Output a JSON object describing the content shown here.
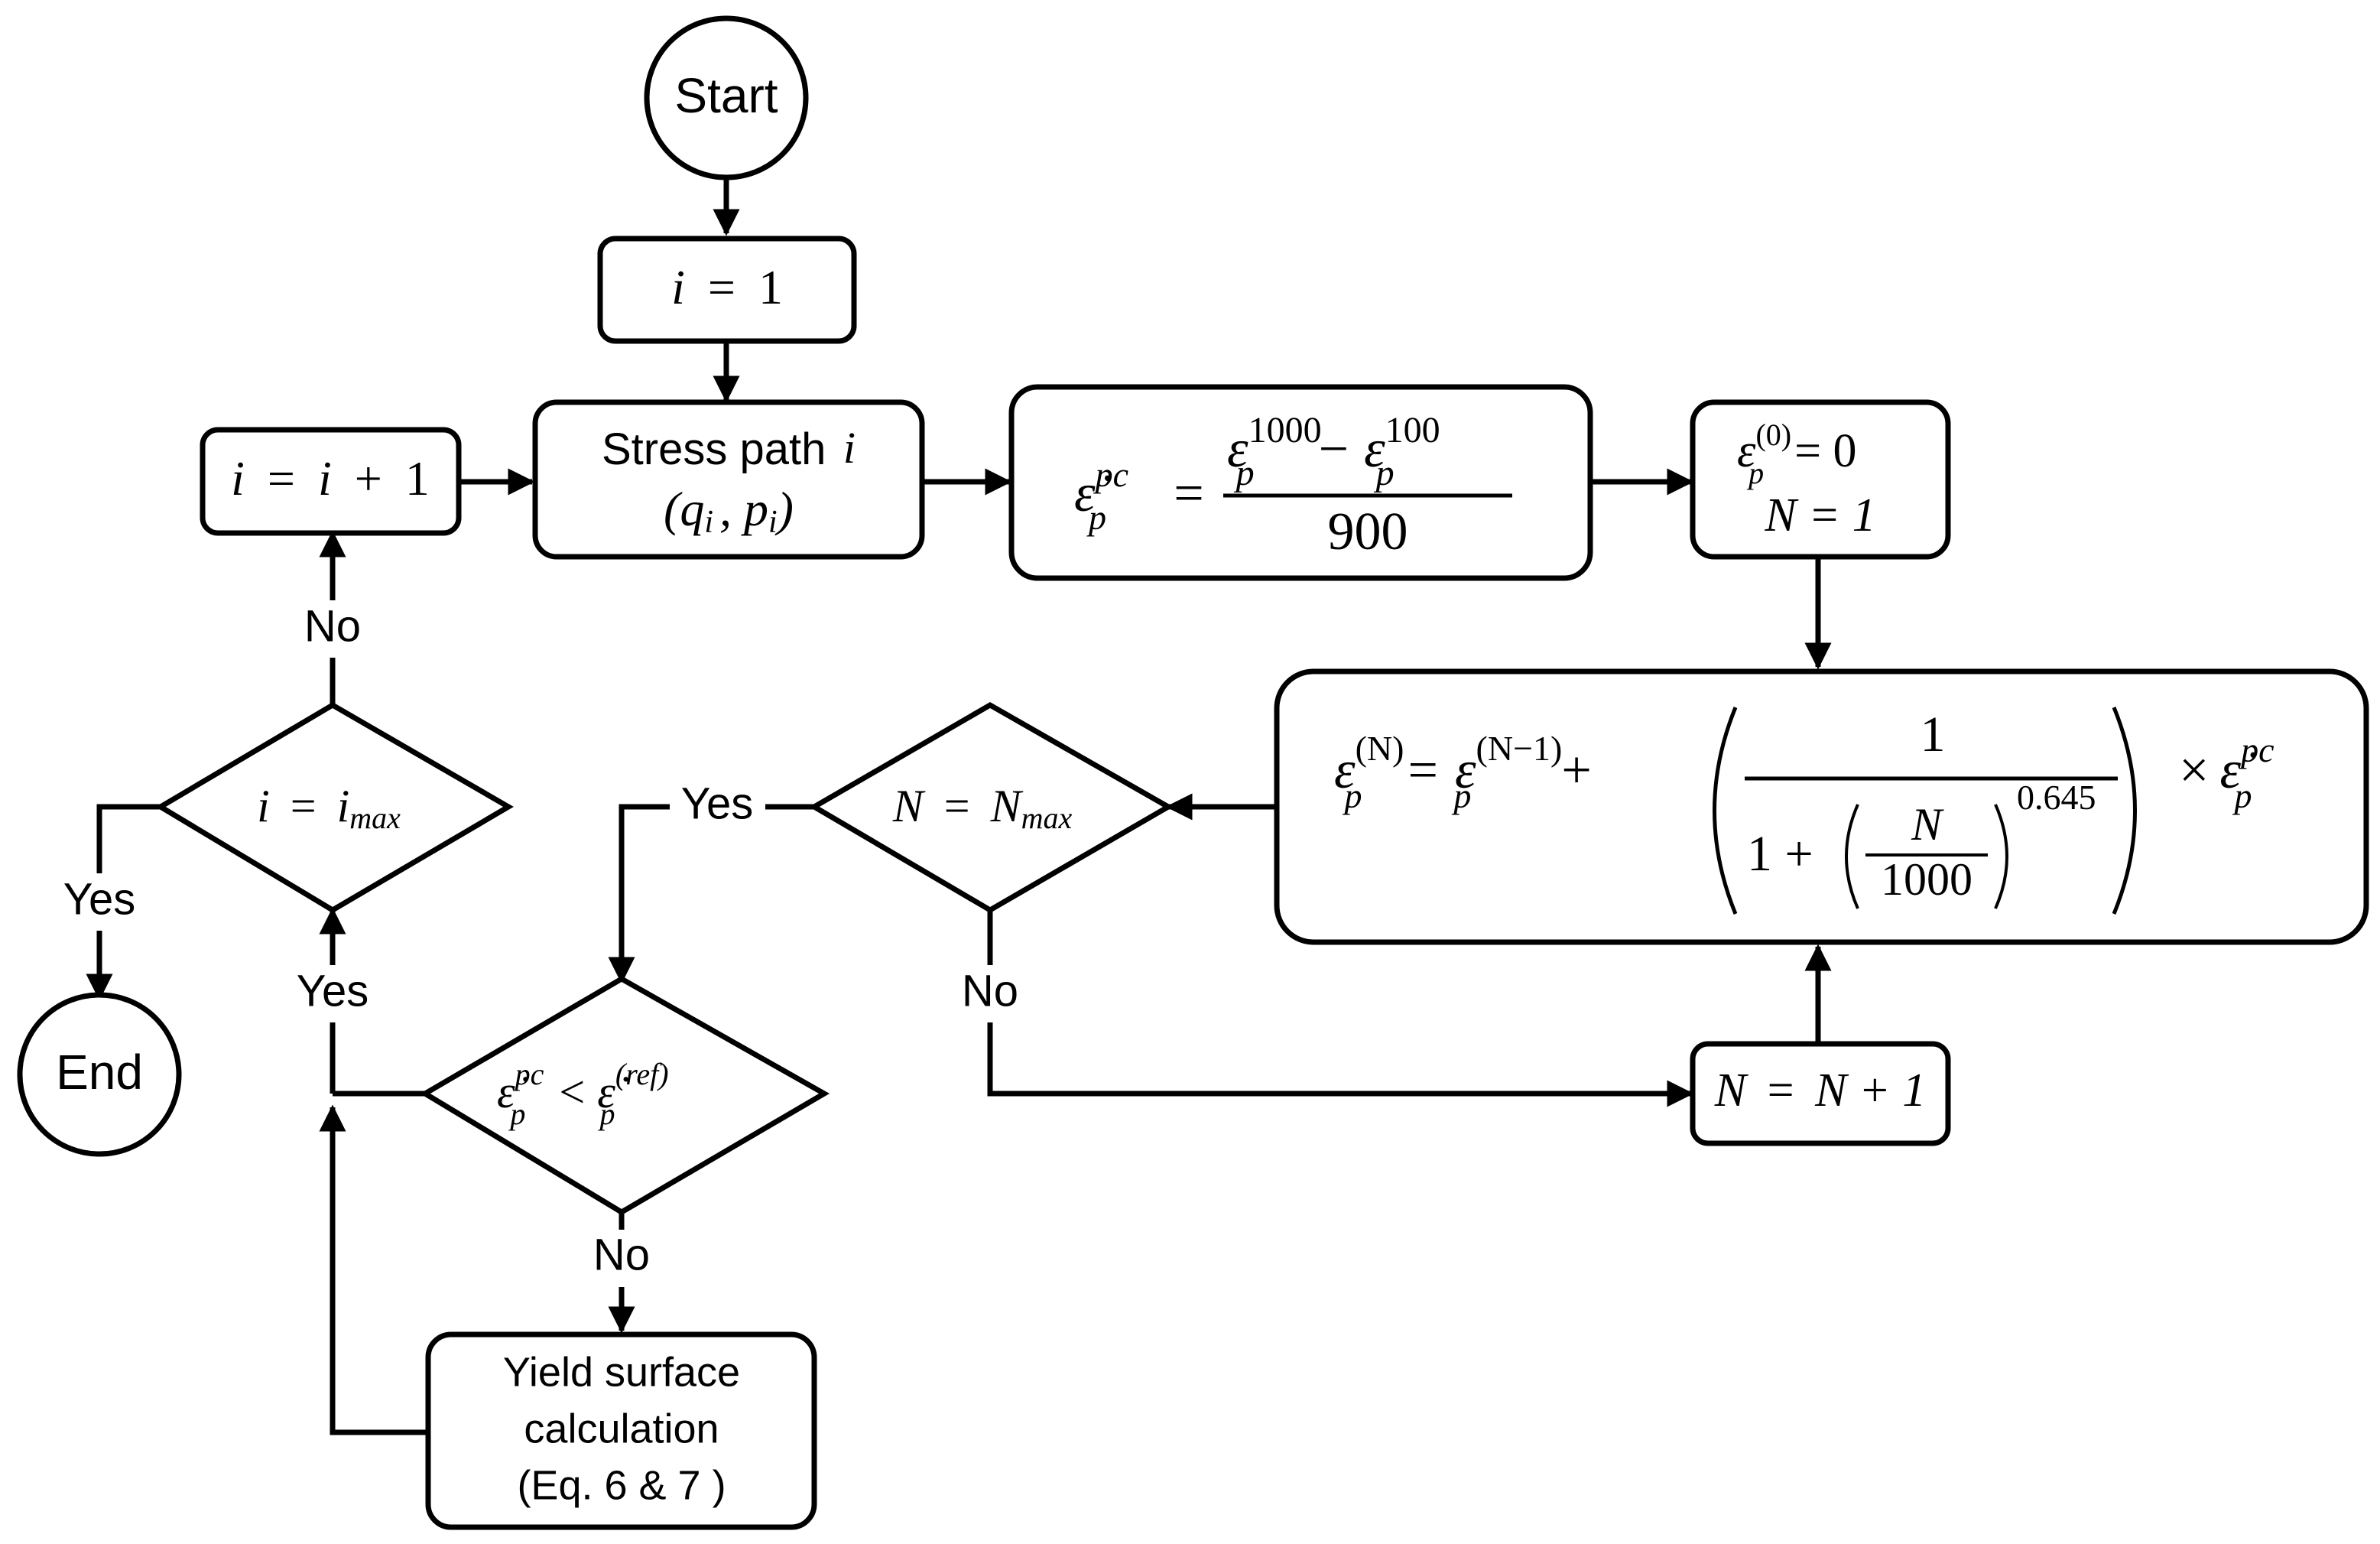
{
  "nodes": {
    "start": "Start",
    "end": "End",
    "init_i": {
      "var": "i",
      "op": "=",
      "val": "1"
    },
    "inc_i": {
      "lhs": "i",
      "op": "=",
      "rhs_var": "i",
      "plus": "+",
      "rhs_val": "1"
    },
    "stress_path": {
      "label": "Stress path",
      "var": "i",
      "coords": "(q",
      "sub_i": "i",
      "comma": ", p",
      "close": ")"
    },
    "rate_eq": {
      "lhs": "ε̇",
      "lhs_sup": "pc",
      "lhs_sub": "p",
      "eq": "=",
      "num_a": "ε",
      "num_a_sup": "1000",
      "num_a_sub": "p",
      "minus": "−",
      "num_b": "ε",
      "num_b_sup": "100",
      "num_b_sub": "p",
      "den": "900"
    },
    "init_eps": {
      "line1_var": "ε",
      "line1_sup": "(0)",
      "line1_sub": "p",
      "line1_rest": "= 0",
      "line2": "N = 1"
    },
    "main_eq": {
      "lhs": "ε",
      "lhs_sup": "(N)",
      "lhs_sub": "p",
      "eq": "=",
      "prev": "ε",
      "prev_sup": "(N−1)",
      "prev_sub": "p",
      "plus": "+",
      "frac_num": "1",
      "den_one": "1 +",
      "inner_num": "N",
      "inner_den": "1000",
      "exponent": "0.645",
      "times": "×",
      "rate": "ε̇",
      "rate_sup": "pc",
      "rate_sub": "p"
    },
    "inc_N": {
      "lhs": "N",
      "op": "=",
      "rhs": "N + 1"
    },
    "cond_N": {
      "lhs": "N",
      "op": "=",
      "rhs": "N",
      "sub": "max"
    },
    "cond_i": {
      "lhs": "i",
      "op": "=",
      "rhs": "i",
      "sub": "max"
    },
    "cond_rate": {
      "lhs": "ε̇",
      "lhs_sup": "pc",
      "lhs_sub": "p",
      "op": "<",
      "rhs": "ε̇",
      "rhs_sup": "(ref)",
      "rhs_sub": "p"
    },
    "yield": {
      "line1": "Yield surface",
      "line2": "calculation",
      "line3": "(Eq. 6 & 7 )"
    }
  },
  "edge_labels": {
    "no_i": "No",
    "yes_i": "Yes",
    "yes_N": "Yes",
    "no_N": "No",
    "yes_rate": "Yes",
    "no_rate": "No"
  }
}
